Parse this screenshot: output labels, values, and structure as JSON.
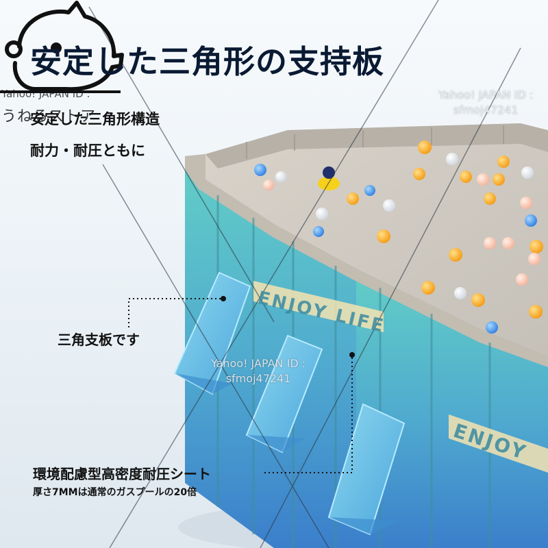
{
  "headline": "安定した三角形の支持板",
  "features": [
    "安定した三角形構造",
    "耐力・耐圧ともに"
  ],
  "store_name": "うねるストア",
  "watermark": {
    "line1": "Yahoo! JAPAN ID :",
    "line2": "sfmoj47241"
  },
  "callouts": {
    "triangle_board": "三角支板です",
    "sheet_title": "環境配慮型高密度耐圧シート",
    "sheet_detail": "厚さ7MMは通常のガスプールの20倍"
  },
  "pool_print": [
    "ENJOY LIFE",
    "ENJOY"
  ],
  "colors": {
    "pool_top": "#5cc8c4",
    "pool_bottom": "#3f86c9",
    "rim": "#bdb6ab",
    "label": "#f4e3b0",
    "water": "#cfcac2"
  },
  "icon": "chick-mascot-icon"
}
